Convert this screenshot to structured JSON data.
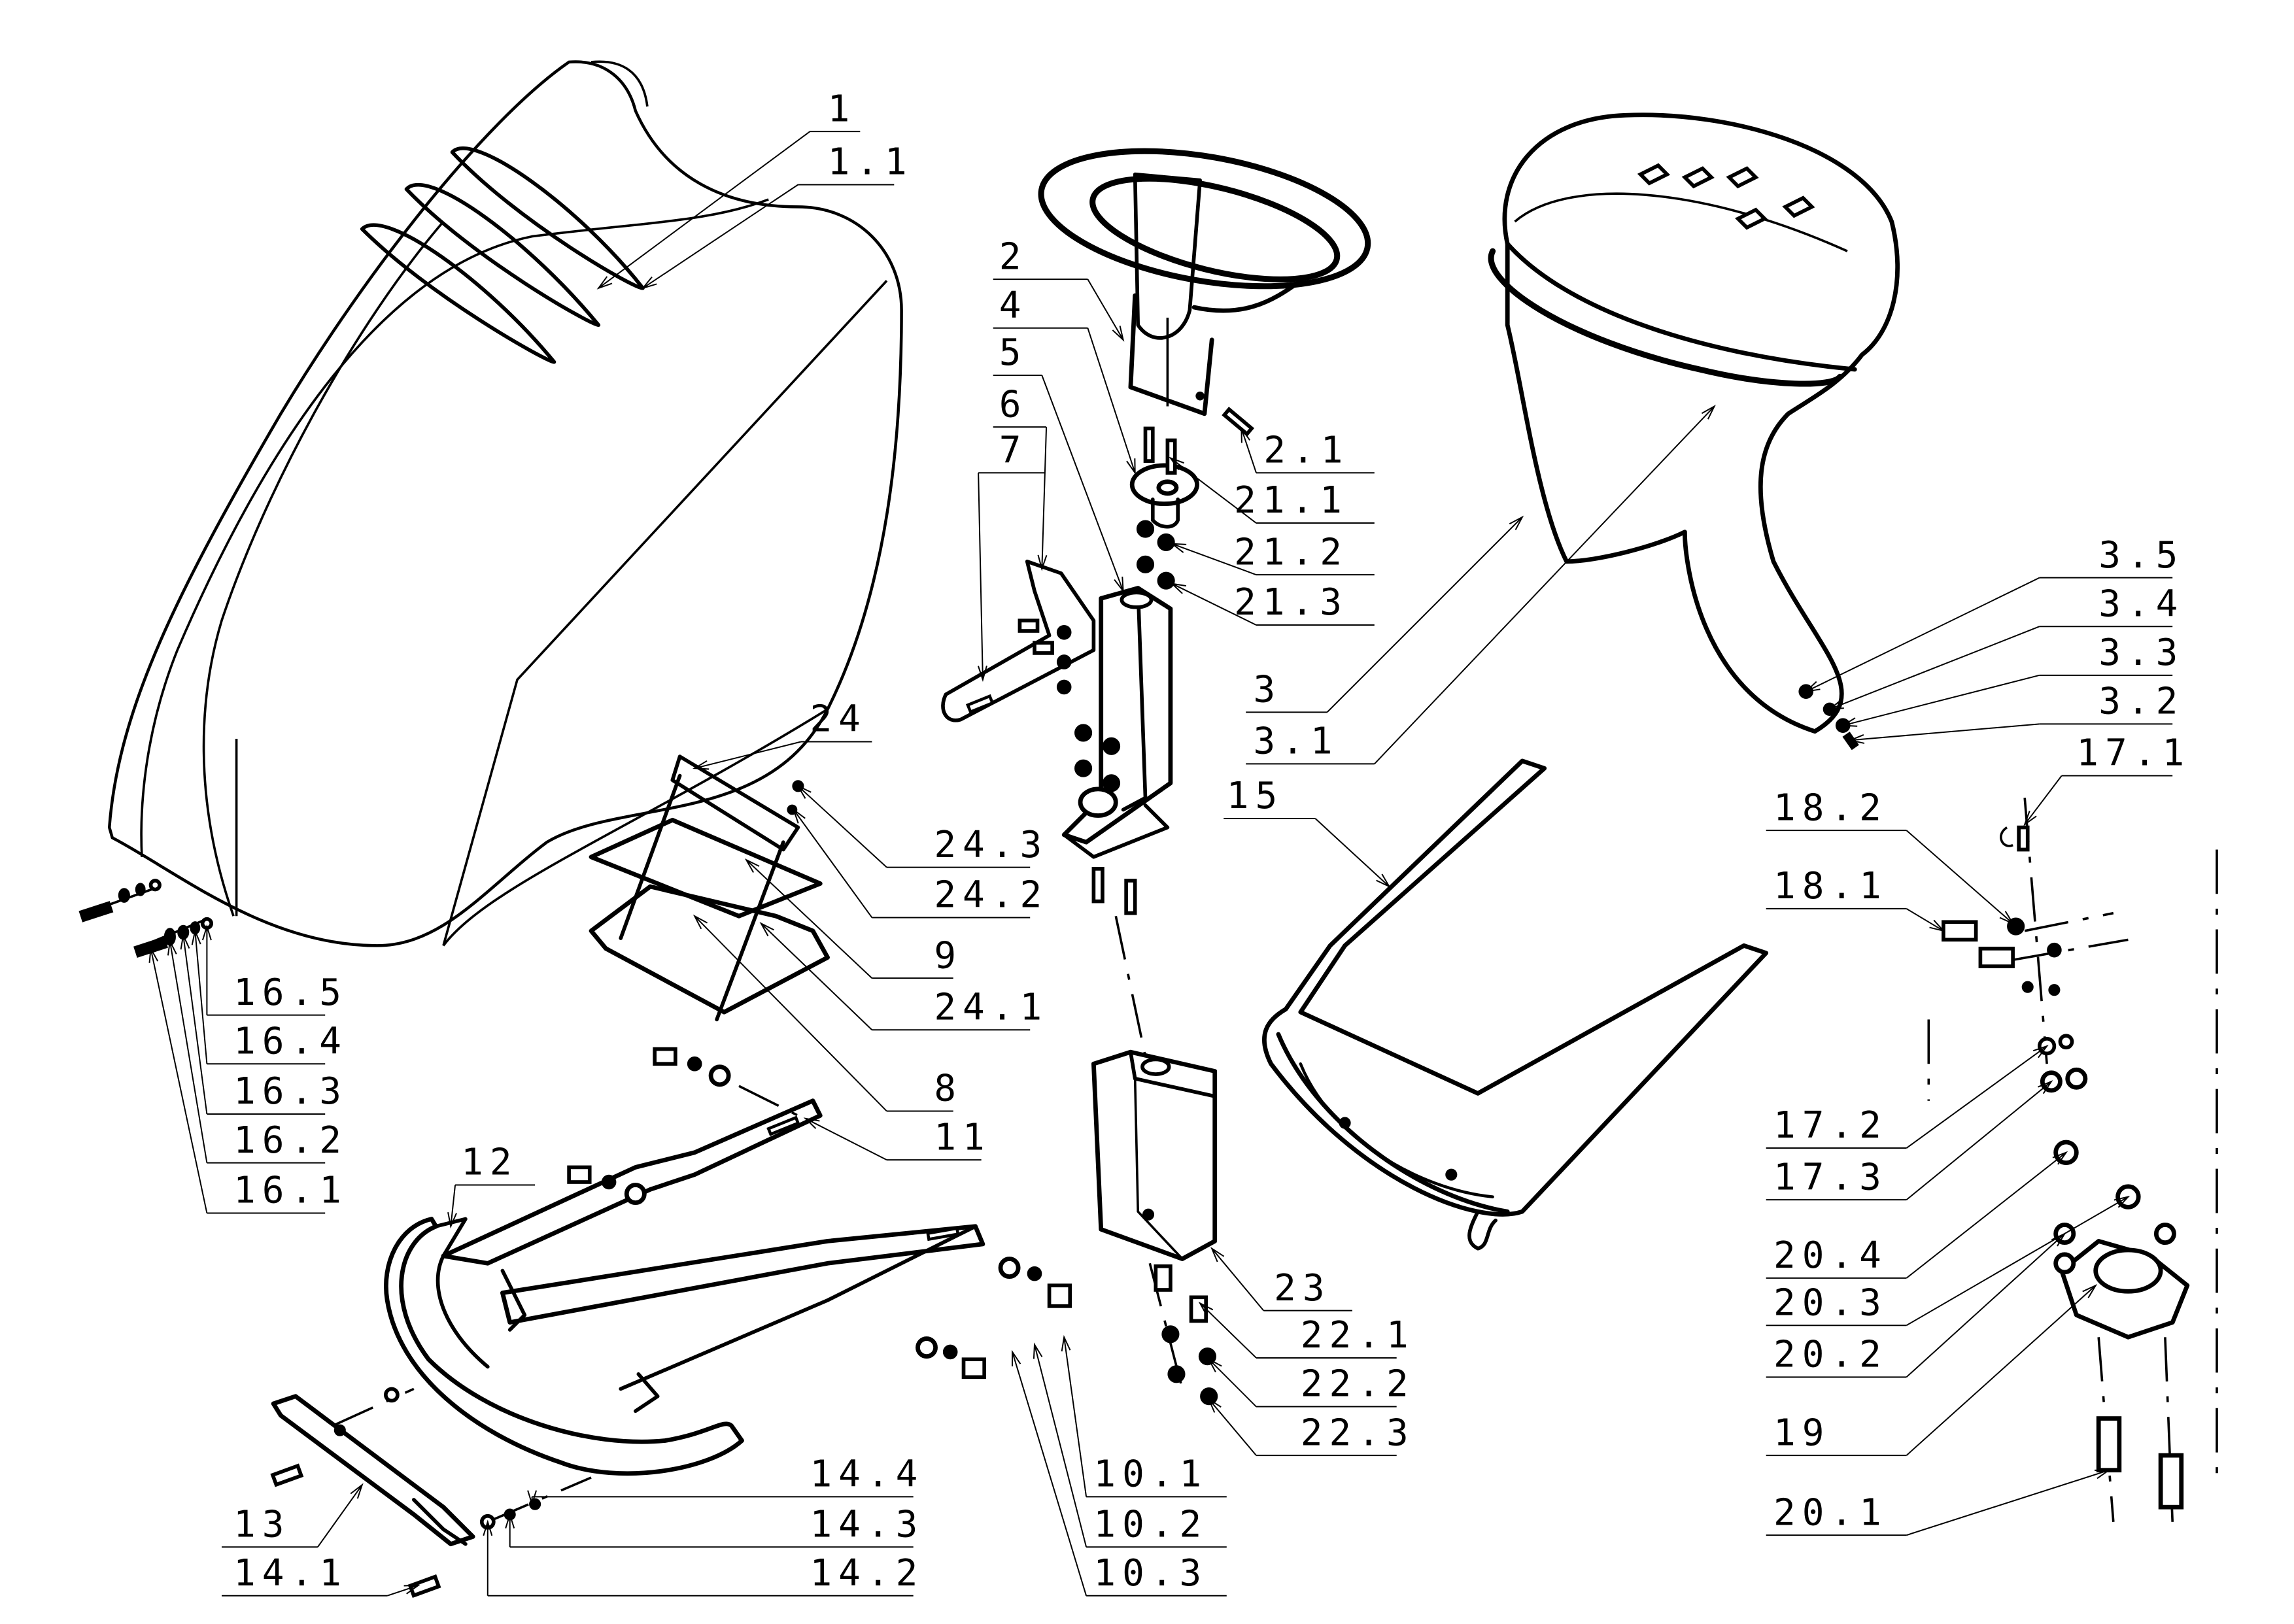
{
  "diagram": {
    "type": "exploded-parts-drawing",
    "colors": {
      "line": "#000000",
      "background": "#ffffff"
    },
    "callouts": [
      {
        "id": "1",
        "label": "1",
        "part": "hood-shell"
      },
      {
        "id": "1.1",
        "label": "1.1",
        "part": "hood-shell-edge"
      },
      {
        "id": "2",
        "label": "2",
        "part": "steering-wheel"
      },
      {
        "id": "2.1",
        "label": "2.1",
        "part": "pin"
      },
      {
        "id": "3",
        "label": "3",
        "part": "seat-cover"
      },
      {
        "id": "3.1",
        "label": "3.1",
        "part": "seat-trim-strip"
      },
      {
        "id": "3.2",
        "label": "3.2",
        "part": "bolt"
      },
      {
        "id": "3.3",
        "label": "3.3",
        "part": "washer"
      },
      {
        "id": "3.4",
        "label": "3.4",
        "part": "lock-washer"
      },
      {
        "id": "3.5",
        "label": "3.5",
        "part": "nut"
      },
      {
        "id": "4",
        "label": "4",
        "part": "steering-flange"
      },
      {
        "id": "5",
        "label": "5",
        "part": "steering-column-bracket"
      },
      {
        "id": "6",
        "label": "6",
        "part": "mount-plate"
      },
      {
        "id": "7",
        "label": "7",
        "part": "support-arm"
      },
      {
        "id": "8",
        "label": "8",
        "part": "tray-base"
      },
      {
        "id": "9",
        "label": "9",
        "part": "tray-plate"
      },
      {
        "id": "10.1",
        "label": "10.1",
        "part": "bolt"
      },
      {
        "id": "10.2",
        "label": "10.2",
        "part": "lock-washer"
      },
      {
        "id": "10.3",
        "label": "10.3",
        "part": "washer"
      },
      {
        "id": "11",
        "label": "11",
        "part": "side-rail"
      },
      {
        "id": "12",
        "label": "12",
        "part": "front-bumper"
      },
      {
        "id": "13",
        "label": "13",
        "part": "bracket-plate"
      },
      {
        "id": "14.1",
        "label": "14.1",
        "part": "bolt"
      },
      {
        "id": "14.2",
        "label": "14.2",
        "part": "washer"
      },
      {
        "id": "14.3",
        "label": "14.3",
        "part": "lock-washer"
      },
      {
        "id": "14.4",
        "label": "14.4",
        "part": "nut"
      },
      {
        "id": "15",
        "label": "15",
        "part": "rear-frame"
      },
      {
        "id": "16.1",
        "label": "16.1",
        "part": "bolt"
      },
      {
        "id": "16.2",
        "label": "16.2",
        "part": "washer"
      },
      {
        "id": "16.3",
        "label": "16.3",
        "part": "lock-washer"
      },
      {
        "id": "16.4",
        "label": "16.4",
        "part": "washer"
      },
      {
        "id": "16.5",
        "label": "16.5",
        "part": "nut"
      },
      {
        "id": "17.1",
        "label": "17.1",
        "part": "bolt"
      },
      {
        "id": "17.2",
        "label": "17.2",
        "part": "washer"
      },
      {
        "id": "17.3",
        "label": "17.3",
        "part": "nut"
      },
      {
        "id": "18.1",
        "label": "18.1",
        "part": "bolt"
      },
      {
        "id": "18.2",
        "label": "18.2",
        "part": "washer"
      },
      {
        "id": "19",
        "label": "19",
        "part": "bearing-housing"
      },
      {
        "id": "20.1",
        "label": "20.1",
        "part": "bolt"
      },
      {
        "id": "20.2",
        "label": "20.2",
        "part": "washer"
      },
      {
        "id": "20.3",
        "label": "20.3",
        "part": "lock-washer"
      },
      {
        "id": "20.4",
        "label": "20.4",
        "part": "nut"
      },
      {
        "id": "21.1",
        "label": "21.1",
        "part": "screw"
      },
      {
        "id": "21.2",
        "label": "21.2",
        "part": "washer"
      },
      {
        "id": "21.3",
        "label": "21.3",
        "part": "nut"
      },
      {
        "id": "22.1",
        "label": "22.1",
        "part": "bolt"
      },
      {
        "id": "22.2",
        "label": "22.2",
        "part": "washer"
      },
      {
        "id": "22.3",
        "label": "22.3",
        "part": "nut"
      },
      {
        "id": "23",
        "label": "23",
        "part": "column-housing"
      },
      {
        "id": "24",
        "label": "24",
        "part": "tray-frame"
      },
      {
        "id": "24.1",
        "label": "24.1",
        "part": "tray-support"
      },
      {
        "id": "24.2",
        "label": "24.2",
        "part": "washer"
      },
      {
        "id": "24.3",
        "label": "24.3",
        "part": "nut"
      }
    ]
  }
}
